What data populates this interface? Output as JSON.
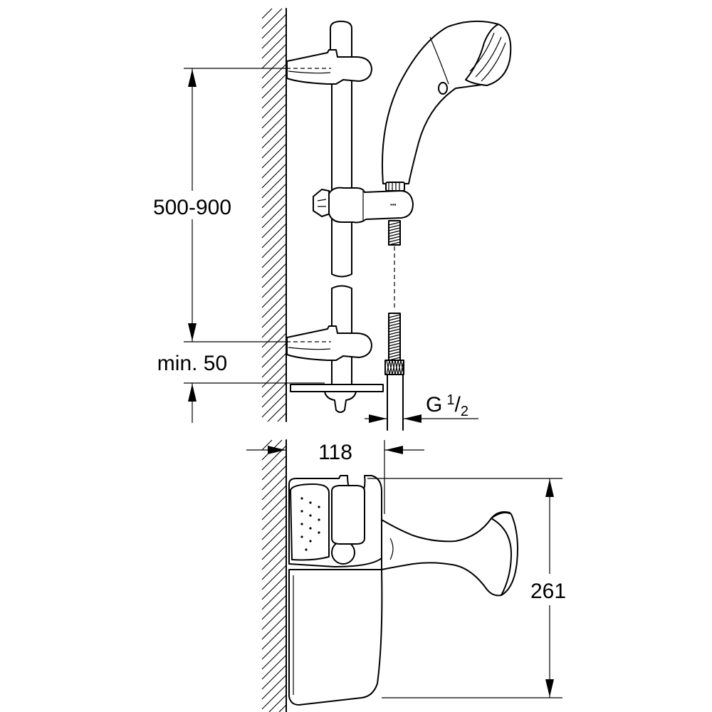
{
  "dimensions": {
    "rail_spacing": "500-900",
    "min_clearance": "min. 50",
    "thread_prefix": "G",
    "thread_numerator": "1",
    "thread_slash": "/",
    "thread_denominator": "2",
    "wall_offset": "118",
    "head_height": "261"
  },
  "colors": {
    "line": "#000000",
    "background": "#ffffff"
  }
}
